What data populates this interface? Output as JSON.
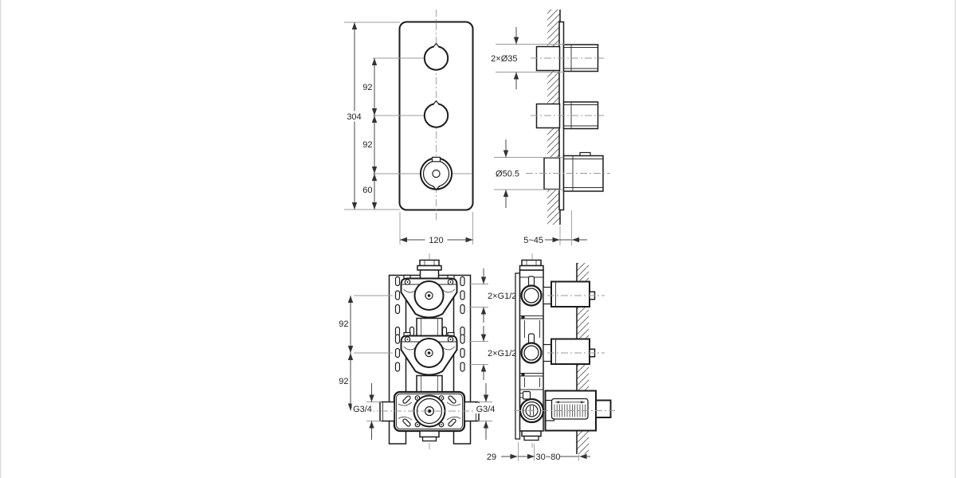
{
  "page": {
    "background": "#ffffff",
    "line_color": "#1c1c1c",
    "centerline_color": "#9a9a9a"
  },
  "drawing": {
    "kind": "installation dimension drawing",
    "subject": "3-handle concealed thermostatic shower mixer - trim plate and rough-in valve",
    "views": {
      "faceplate_front": {
        "dims": {
          "overall_height": "304",
          "spacing_upper": "92",
          "spacing_lower": "92",
          "bottom_offset": "60",
          "plate_width": "120"
        }
      },
      "faceplate_side": {
        "dims": {
          "handle_diameters": "2×Ø35",
          "thermo_handle_diameter": "Ø50.5",
          "wall_depth_range": "5~45"
        }
      },
      "valve_front": {
        "dims": {
          "spacing_upper": "92",
          "spacing_lower": "92",
          "outlet_upper": "2×G1/2",
          "outlet_lower": "2×G1/2",
          "inlet_left": "G3/4",
          "inlet_right": "G3/4"
        }
      },
      "valve_side": {
        "dims": {
          "bracket_offset": "29",
          "install_depth_range": "30~80"
        }
      }
    }
  }
}
